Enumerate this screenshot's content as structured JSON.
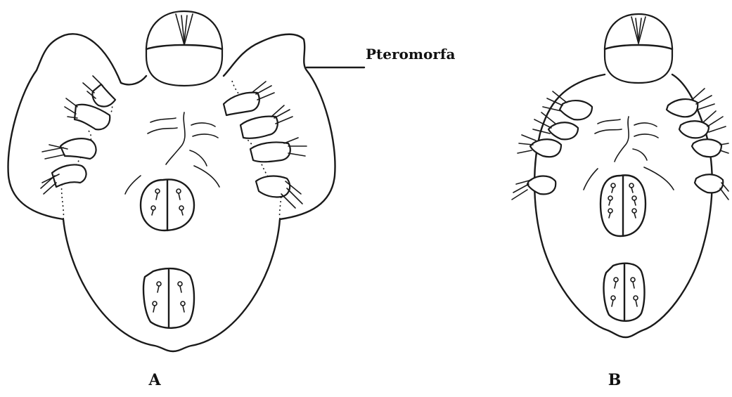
{
  "labels": {
    "pteromorph": "Pteromorfa",
    "panel_a": "A",
    "panel_b": "B"
  },
  "colors": {
    "ink": "#1a1a1a",
    "background": "#ffffff"
  }
}
